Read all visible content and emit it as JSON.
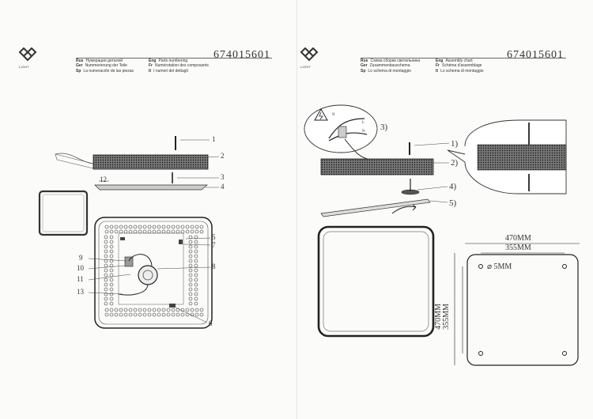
{
  "product_code": "674015601",
  "logo_text": "LIGHT",
  "left_header": {
    "rows": [
      {
        "lang": "Rus",
        "text": "Нумерация деталей"
      },
      {
        "lang": "Ger",
        "text": "Nummerierung der Teile"
      },
      {
        "lang": "Sp",
        "text": "La numeración de las piezas"
      }
    ],
    "rows_right": [
      {
        "lang": "Eng",
        "text": "Parts numbering"
      },
      {
        "lang": "Fr",
        "text": "Numérotation des composants"
      },
      {
        "lang": "It",
        "text": "I numeri del dettagli"
      }
    ]
  },
  "right_header": {
    "rows": [
      {
        "lang": "Rus",
        "text": "Схема сборки светильника"
      },
      {
        "lang": "Ger",
        "text": "Zusammenbauschema"
      },
      {
        "lang": "Sp",
        "text": "Lo schema di montaggio"
      }
    ],
    "rows_right": [
      {
        "lang": "Eng",
        "text": "Assembly chart"
      },
      {
        "lang": "Fr",
        "text": "Schéma d'assemblage"
      },
      {
        "lang": "It",
        "text": "Lo schema di montaggio"
      }
    ]
  },
  "left_callouts": [
    "1",
    "2",
    "12",
    "3",
    "4",
    "5",
    "7",
    "9",
    "8",
    "10",
    "11",
    "13",
    "6"
  ],
  "right_callouts": [
    "1)",
    "2)",
    "3)",
    "4)",
    "5)"
  ],
  "dimensions": {
    "outer_width": "470MM",
    "inner_width": "355MM",
    "hole": "5MM",
    "outer_height": "470MM",
    "inner_height": "355MM"
  },
  "wiring_labels": [
    "N",
    "L",
    "N"
  ]
}
